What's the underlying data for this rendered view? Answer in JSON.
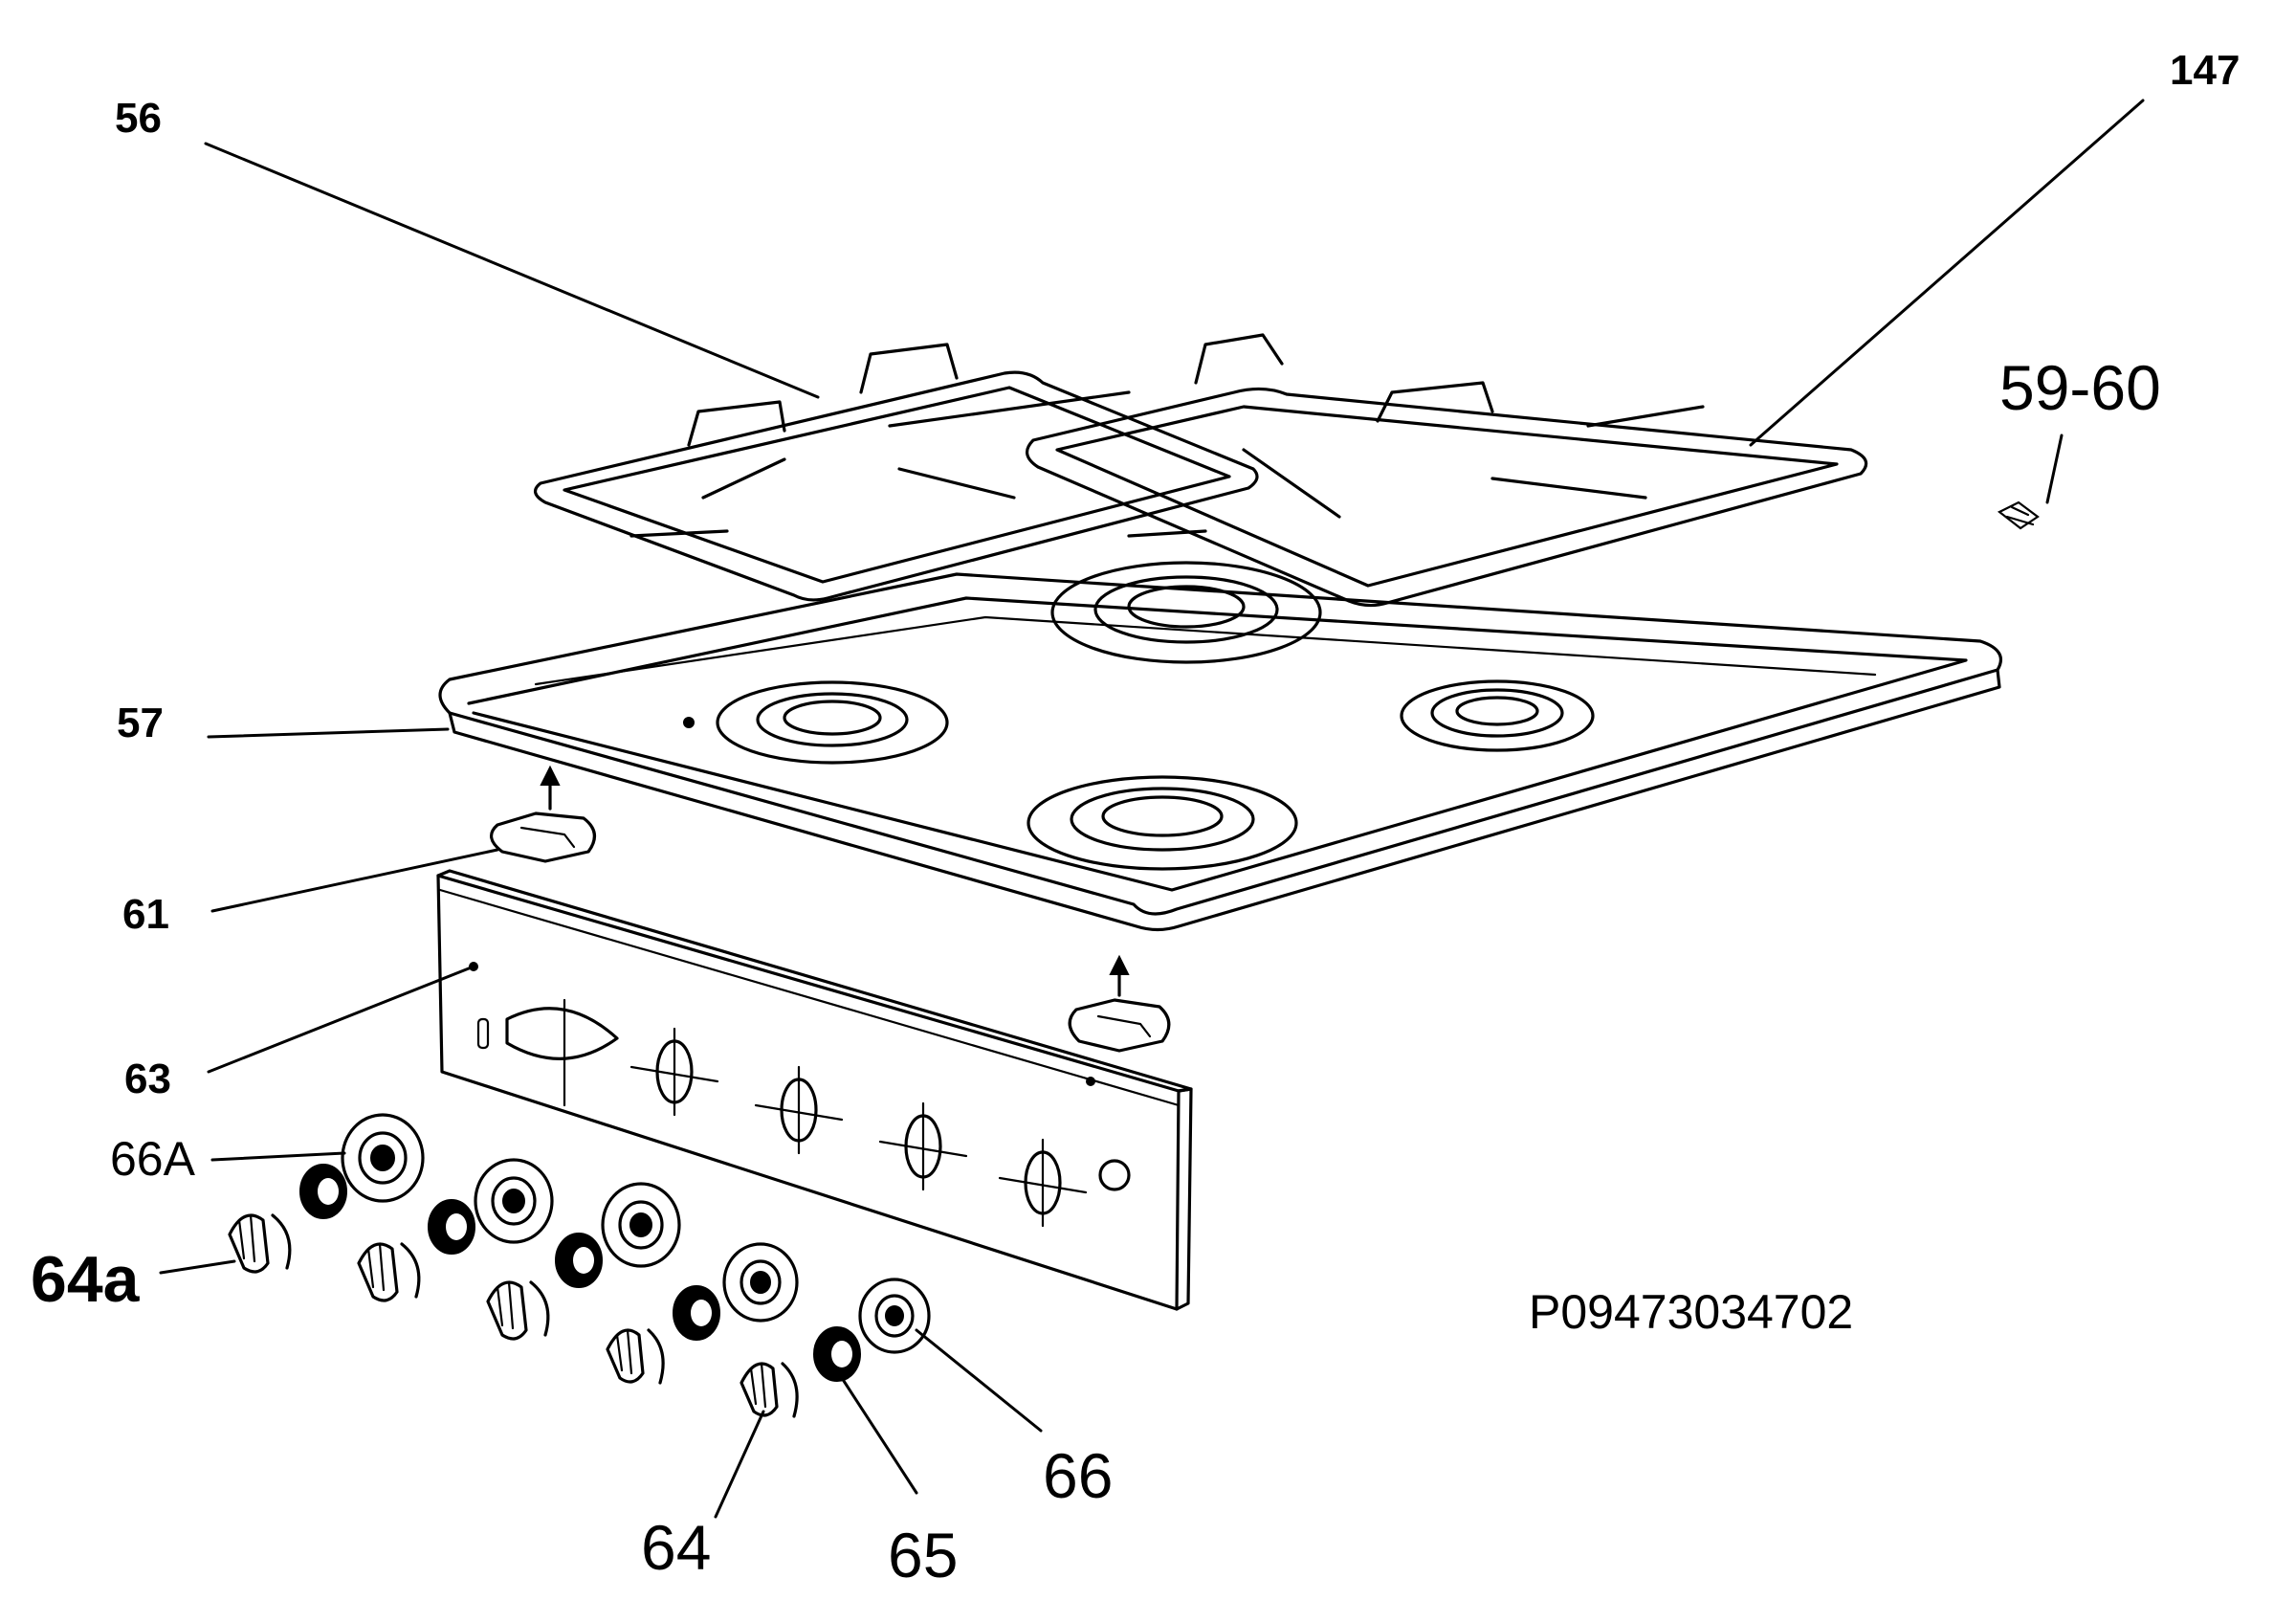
{
  "diagram": {
    "reference_code": "P09473034702",
    "callouts": {
      "pan_support": "56",
      "pan_support_right": "147",
      "fixing_screws": "59-60",
      "hob_top": "57",
      "clip_left": "61",
      "control_panel": "63",
      "knob_bezel_first": "66A",
      "knob_first": "64a",
      "knob": "64",
      "knob_spacer": "65",
      "knob_bezel": "66"
    }
  }
}
